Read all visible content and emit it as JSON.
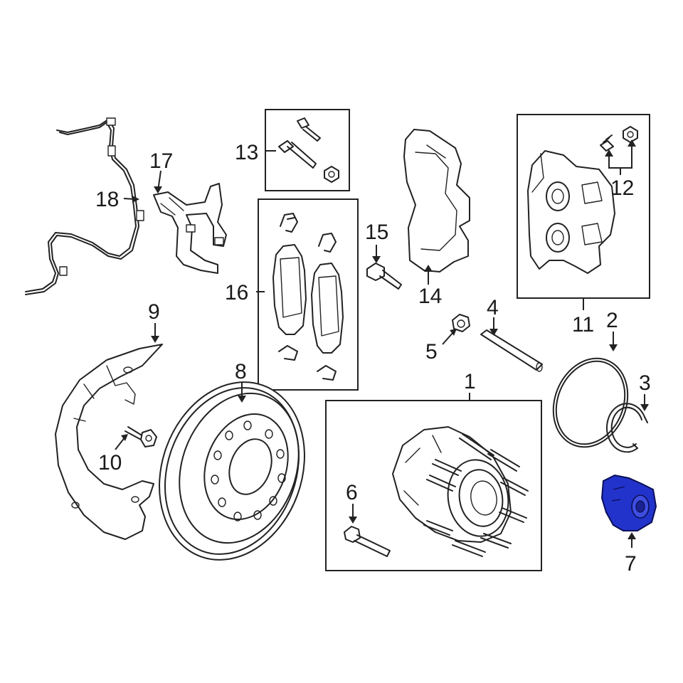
{
  "callouts": {
    "c1": "1",
    "c2": "2",
    "c3": "3",
    "c4": "4",
    "c5": "5",
    "c6": "6",
    "c7": "7",
    "c8": "8",
    "c9": "9",
    "c10": "10",
    "c11": "11",
    "c12": "12",
    "c13": "13",
    "c14": "14",
    "c15": "15",
    "c16": "16",
    "c17": "17",
    "c18": "18"
  },
  "colors": {
    "line": "#222222",
    "highlight": "#2233cc",
    "background": "#ffffff"
  }
}
